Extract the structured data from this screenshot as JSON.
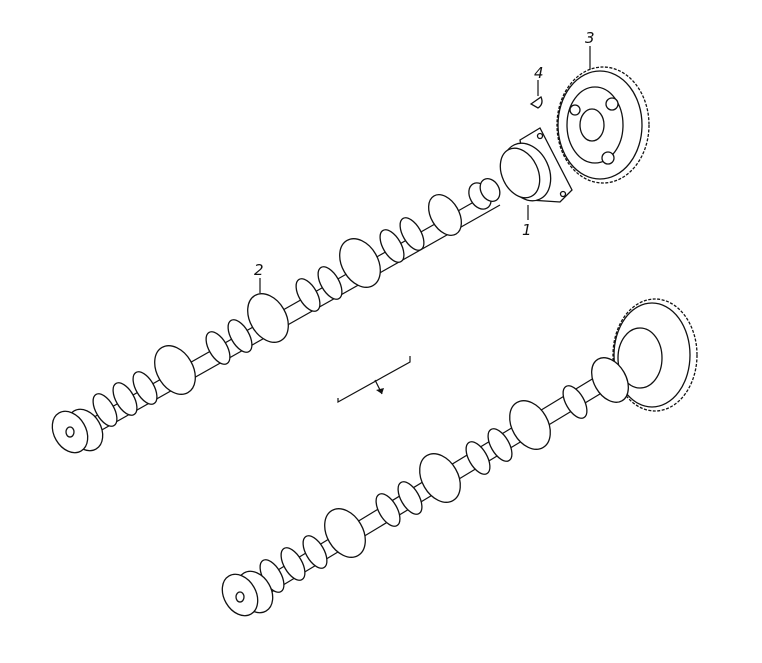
{
  "diagram": {
    "callouts": [
      {
        "id": "1",
        "text": "1"
      },
      {
        "id": "2",
        "text": "2"
      },
      {
        "id": "3",
        "text": "3"
      },
      {
        "id": "4",
        "text": "4"
      }
    ],
    "parts": [
      "thrust-flange",
      "camshaft",
      "camshaft-gear",
      "woodruff-key",
      "assembled-camshaft"
    ],
    "colors": {
      "line": "#111111",
      "background": "#ffffff"
    }
  }
}
